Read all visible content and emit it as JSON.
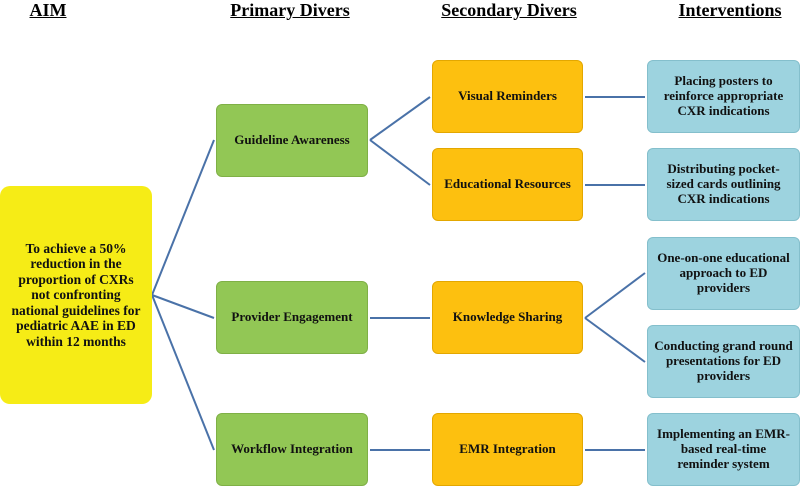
{
  "headers": {
    "aim": "AIM",
    "primary": "Primary Divers",
    "secondary": "Secondary Divers",
    "interventions": "Interventions"
  },
  "aim": {
    "text": "To achieve a 50% reduction in the proportion of CXRs not confronting national guidelines for pediatric AAE in ED within 12 months"
  },
  "primary_drivers": [
    {
      "label": "Guideline Awareness"
    },
    {
      "label": "Provider Engagement"
    },
    {
      "label": "Workflow Integration"
    }
  ],
  "secondary_drivers": [
    {
      "label": "Visual Reminders"
    },
    {
      "label": "Educational Resources"
    },
    {
      "label": "Knowledge Sharing"
    },
    {
      "label": "EMR Integration"
    }
  ],
  "interventions": [
    {
      "text": "Placing posters to reinforce appropriate CXR indications"
    },
    {
      "text": "Distributing pocket-sized cards outlining CXR indications"
    },
    {
      "text": "One-on-one educational approach to ED providers"
    },
    {
      "text": "Conducting grand round presentations for ED providers"
    },
    {
      "text": "Implementing an EMR-based real-time reminder system"
    }
  ],
  "colors": {
    "aim": "#f6ec16",
    "primary": "#92c755",
    "secondary": "#fdc00f",
    "intervention": "#9dd3df",
    "connector": "#4a72a8"
  }
}
